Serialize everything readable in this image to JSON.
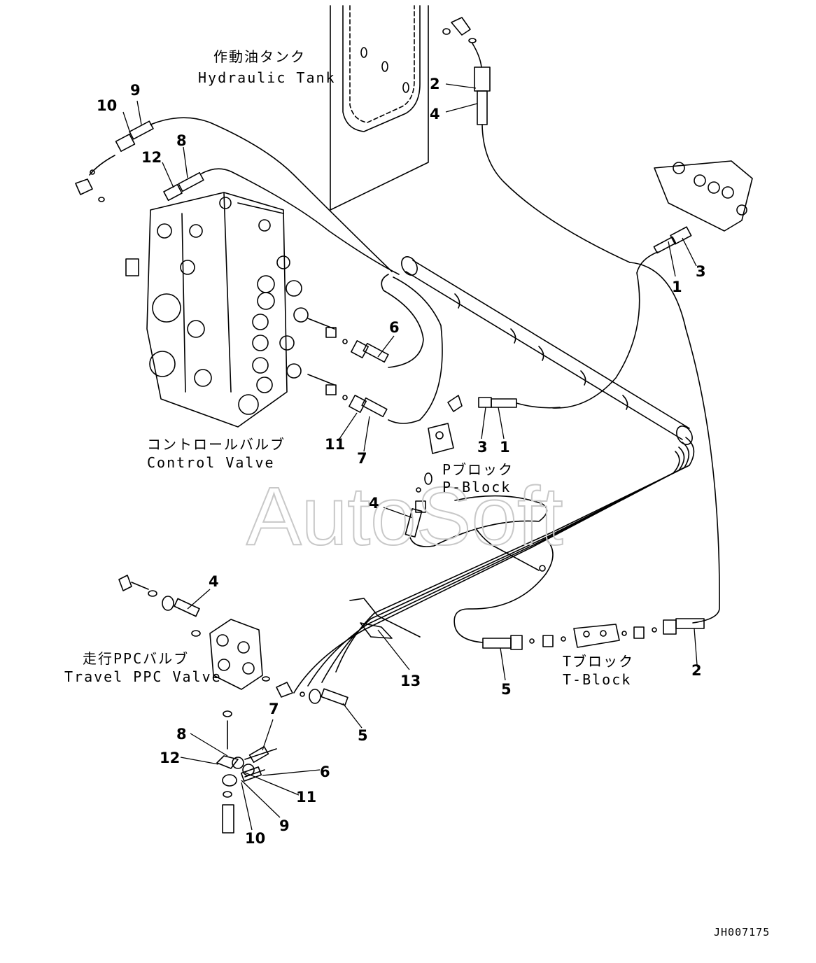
{
  "captions": {
    "hydraulic_tank_jp": "作動油タンク",
    "hydraulic_tank_en": "Hydraulic Tank",
    "control_valve_jp": "コントロールバルブ",
    "control_valve_en": "Control Valve",
    "p_block_jp": "Pブロック",
    "p_block_en": "P-Block",
    "t_block_jp": "Tブロック",
    "t_block_en": "T-Block",
    "travel_ppc_jp": "走行PPCバルブ",
    "travel_ppc_en": "Travel PPC Valve"
  },
  "callouts": {
    "c1": "1",
    "c2": "2",
    "c3": "3",
    "c4": "4",
    "c5": "5",
    "c6": "6",
    "c7": "7",
    "c8": "8",
    "c9": "9",
    "c10": "10",
    "c11": "11",
    "c12": "12",
    "c13": "13"
  },
  "watermark": "AutoSoft",
  "drawing_ref": "JH007175"
}
